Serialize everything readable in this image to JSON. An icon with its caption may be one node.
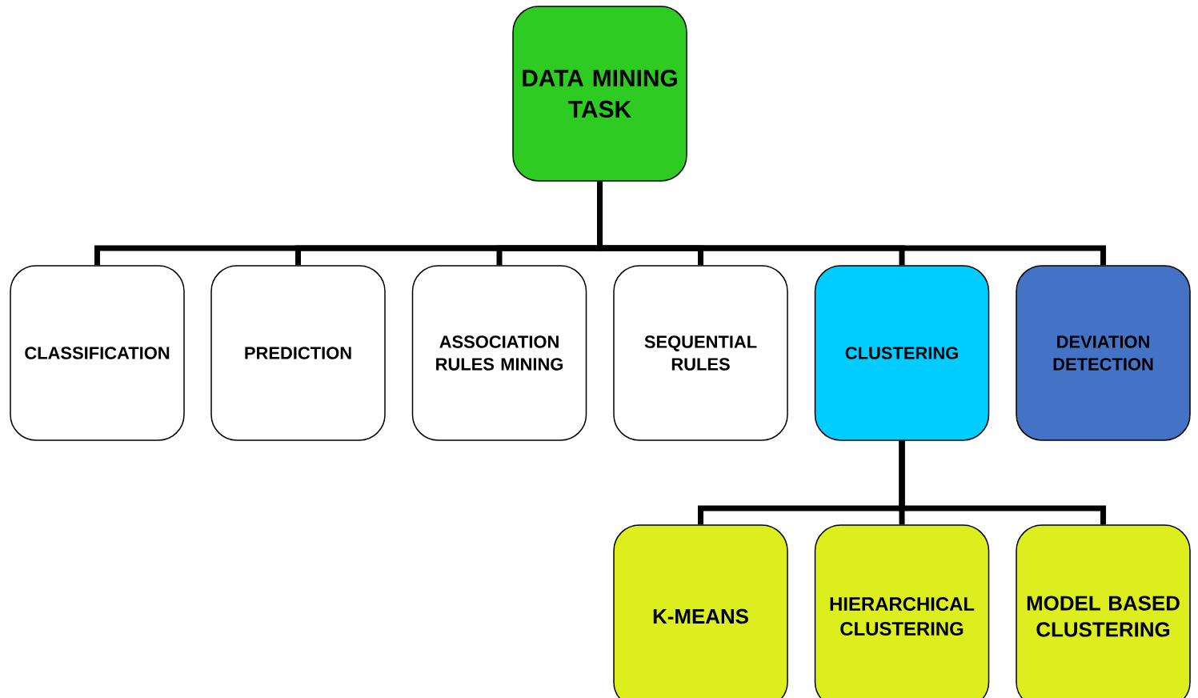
{
  "diagram": {
    "nodes": [
      {
        "text": [
          "DATA MINING TASK"
        ]
      },
      {
        "text": [
          "CLASSIFICATION"
        ]
      },
      {
        "text": [
          "PREDICTION"
        ]
      },
      {
        "text": [
          "ASSOCIATION RULES MINING"
        ]
      },
      {
        "text": [
          "SEQUENTIAL RULES"
        ]
      },
      {
        "text": [
          "CLUSTERING"
        ]
      },
      {
        "text": [
          "DEVIATION DETECTION"
        ]
      },
      {
        "text": [
          "K-MEANS"
        ]
      },
      {
        "text": [
          "HIERARCHICAL CLUSTERING"
        ]
      },
      {
        "text": [
          "MODEL BASED CLUSTERING"
        ]
      }
    ],
    "edges": [
      {
        "from": 0,
        "to": 1,
        "arrow": "none"
      },
      {
        "from": 0,
        "to": 2,
        "arrow": "none"
      },
      {
        "from": 0,
        "to": 3,
        "arrow": "none"
      },
      {
        "from": 0,
        "to": 4,
        "arrow": "none"
      },
      {
        "from": 0,
        "to": 5,
        "arrow": "none"
      },
      {
        "from": 0,
        "to": 6,
        "arrow": "none"
      },
      {
        "from": 5,
        "to": 7,
        "arrow": "none"
      },
      {
        "from": 5,
        "to": 8,
        "arrow": "none"
      },
      {
        "from": 5,
        "to": 9,
        "arrow": "none"
      }
    ]
  }
}
